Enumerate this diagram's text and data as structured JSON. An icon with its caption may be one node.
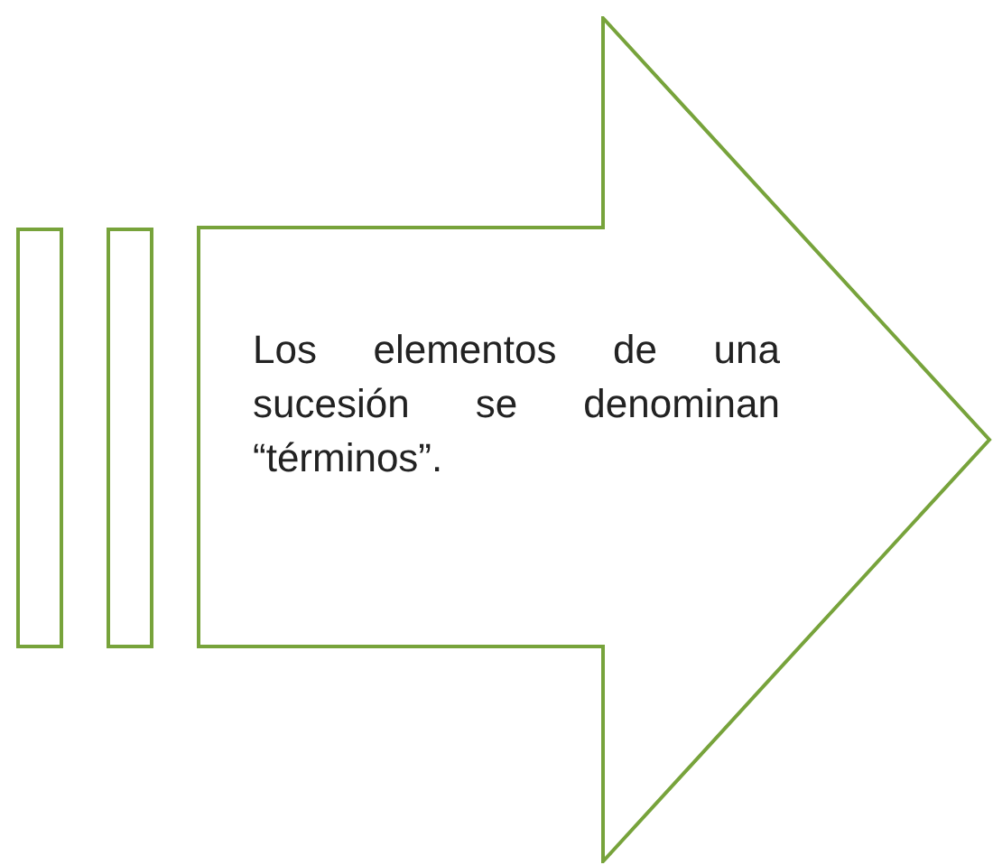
{
  "diagram": {
    "nodes": [
      {
        "text": [],
        "shape": "bar"
      },
      {
        "text": [],
        "shape": "bar"
      },
      {
        "text": [
          "Los elementos de una sucesión se denominan “términos”."
        ]
      }
    ]
  }
}
